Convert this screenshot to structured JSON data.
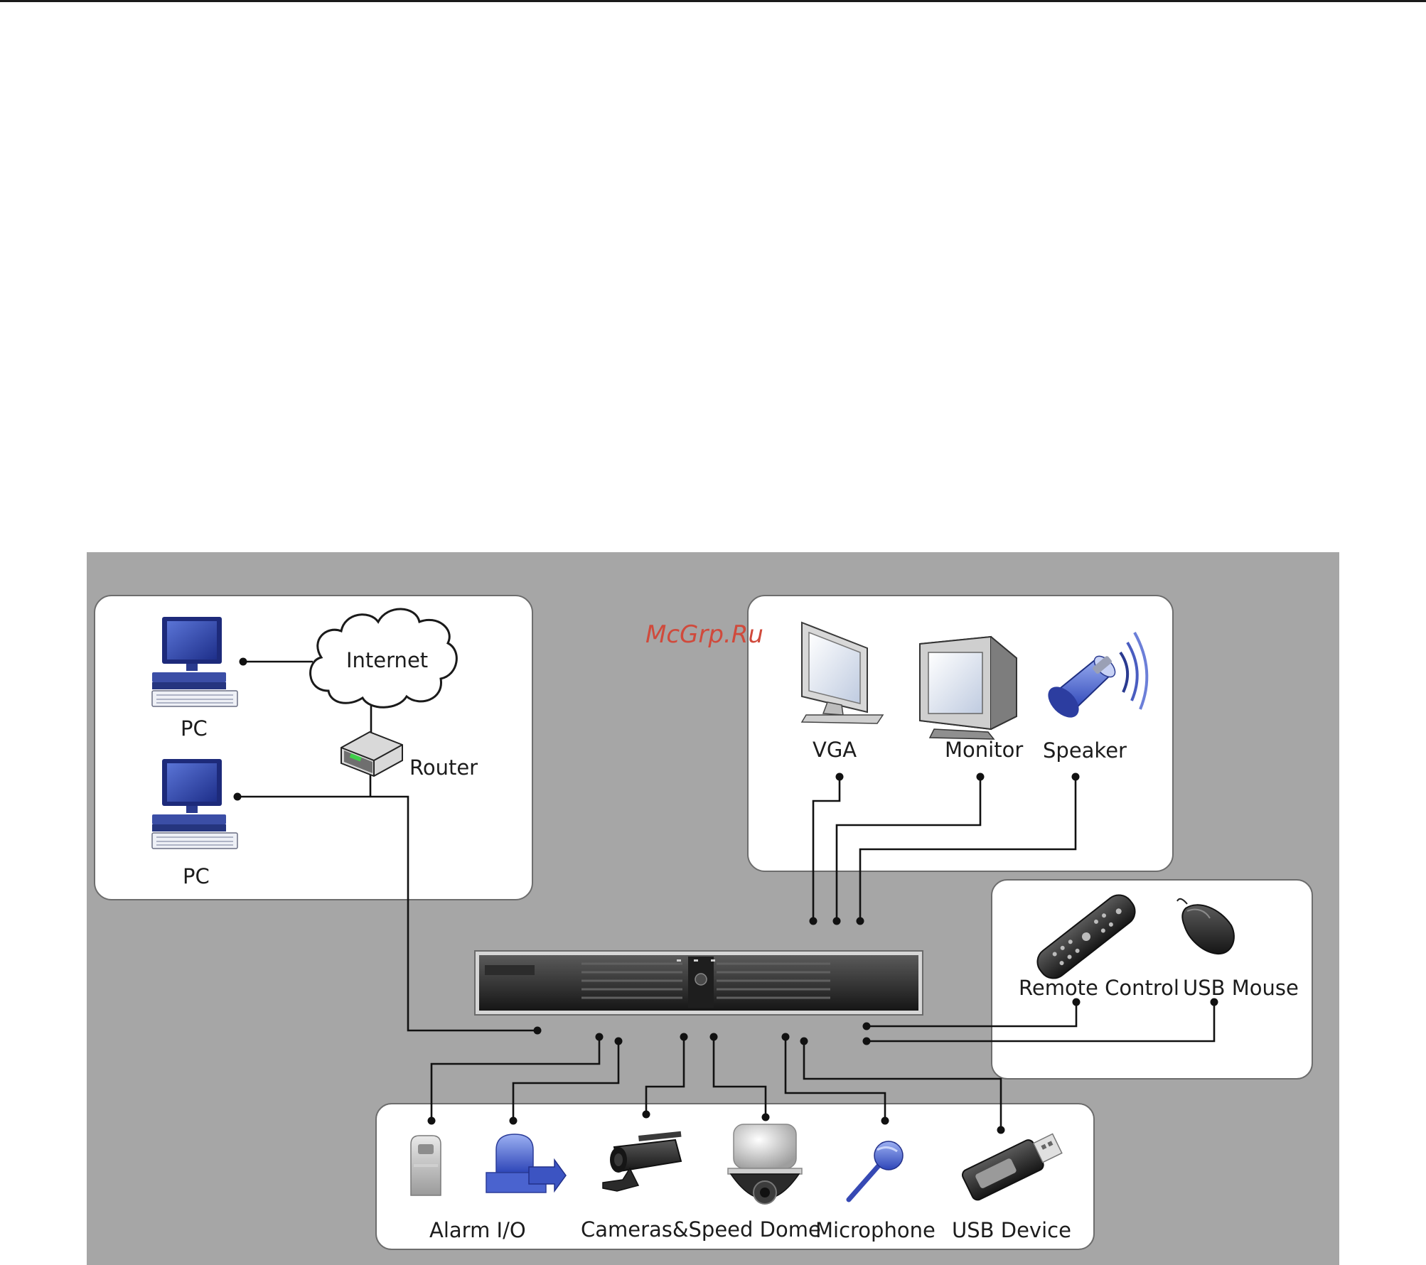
{
  "labels": {
    "internet": "Internet",
    "router": "Router",
    "pc_top": "PC",
    "pc_bottom": "PC",
    "vga": "VGA",
    "monitor": "Monitor",
    "speaker": "Speaker",
    "remote_control": "Remote Control",
    "usb_mouse": "USB Mouse",
    "alarm_io": "Alarm I/O",
    "cameras_speed_dome": "Cameras&Speed Dome",
    "microphone": "Microphone",
    "usb_device": "USB Device"
  },
  "watermark": "McGrp.Ru",
  "colors": {
    "panel_background": "#a6a6a6",
    "group_box": "#ffffff",
    "wire": "#111111",
    "watermark": "#d04a3c"
  },
  "icons": [
    "pc-icon",
    "cloud-icon",
    "router-icon",
    "vga-display-icon",
    "crt-monitor-icon",
    "speaker-icon",
    "remote-control-icon",
    "usb-mouse-icon",
    "dvr-device-icon",
    "alarm-sensor-icon",
    "ptz-camera-icon",
    "bullet-camera-icon",
    "speed-dome-icon",
    "microphone-icon",
    "usb-stick-icon"
  ]
}
